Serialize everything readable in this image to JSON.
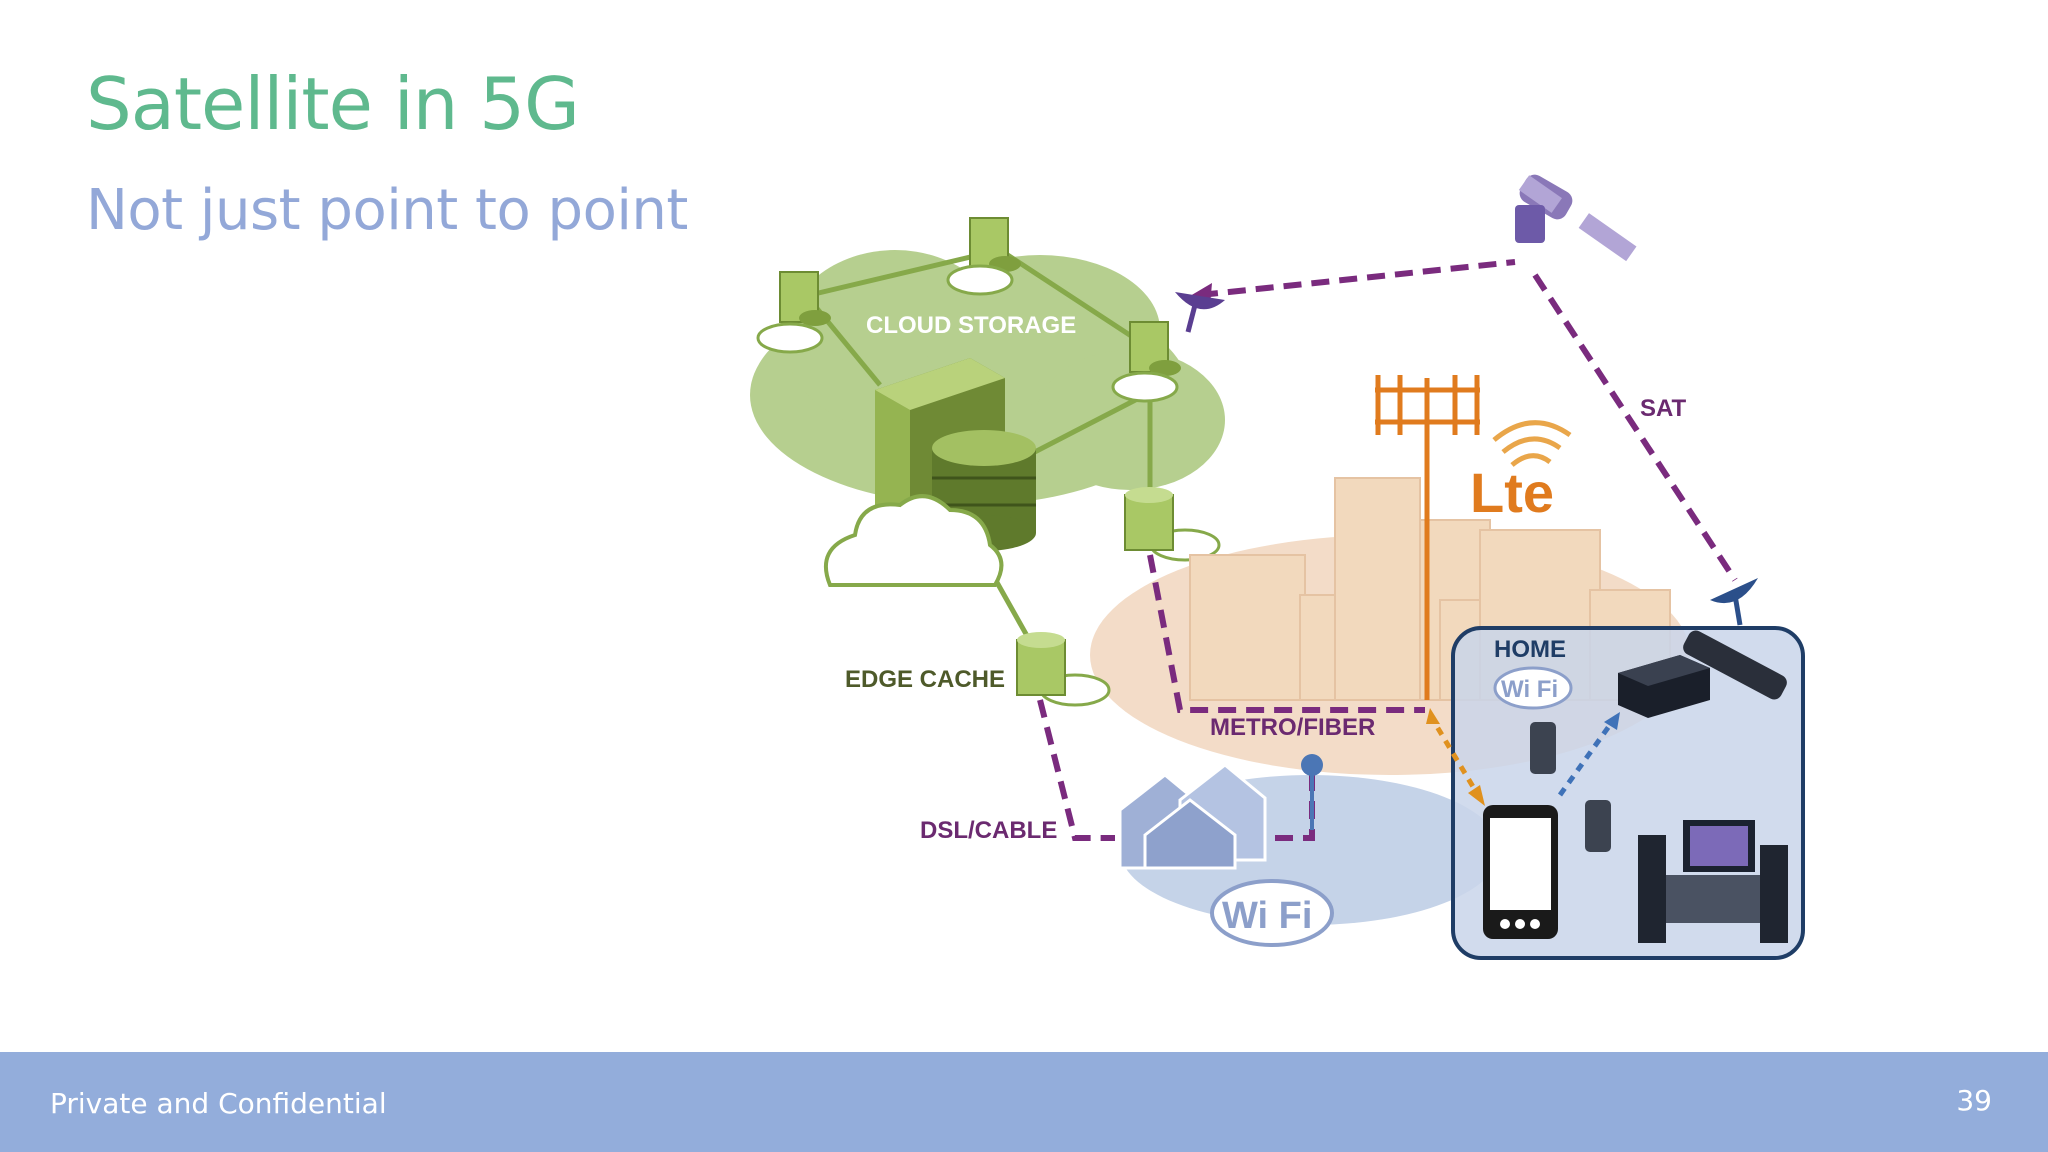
{
  "slide": {
    "title": "Satellite in 5G",
    "subtitle": "Not just point to point",
    "footer_left": "Private and Confidential",
    "page_number": "39"
  },
  "diagram": {
    "labels": {
      "cloud_storage": "CLOUD STORAGE",
      "edge_cache": "EDGE CACHE",
      "dsl_cable": "DSL/CABLE",
      "metro_fiber": "METRO/FIBER",
      "sat": "SAT",
      "home": "HOME",
      "lte": "Lte",
      "wifi_home": "Wi Fi",
      "wifi_bottom": "Wi Fi"
    },
    "colors": {
      "cloud_green": "#b6cf8f",
      "line_green": "#86a94a",
      "dashed_purple": "#7a2b7e",
      "tower_orange": "#e07b1e",
      "home_blue": "#1f3d66",
      "footer_blue": "#93addb",
      "title_green": "#5fb98e",
      "subtitle_blue": "#93a8d8"
    },
    "icons": [
      "satellite-icon",
      "satellite-dish-icon",
      "server-icon",
      "database-icon",
      "cell-tower-icon",
      "smartphone-icon",
      "tv-icon",
      "remote-icon",
      "house-icon"
    ]
  }
}
